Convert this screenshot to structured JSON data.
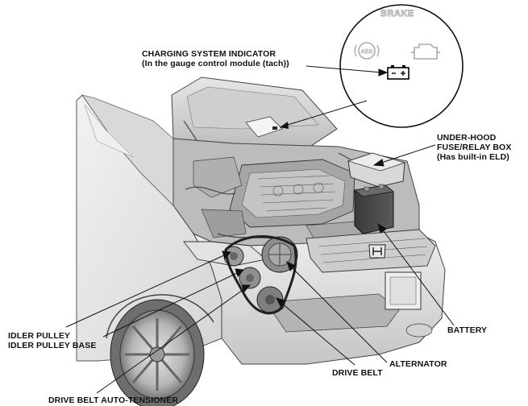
{
  "labels": {
    "charging_title": "CHARGING SYSTEM INDICATOR",
    "charging_sub": "(In the gauge control module (tach))",
    "fuse_line1": "UNDER-HOOD",
    "fuse_line2": "FUSE/RELAY BOX",
    "fuse_line3": "(Has built-in ELD)",
    "battery": "BATTERY",
    "alternator": "ALTERNATOR",
    "drive_belt": "DRIVE BELT",
    "idler_pulley": "IDLER PULLEY",
    "idler_pulley_base": "IDLER PULLEY BASE",
    "tensioner": "DRIVE BELT AUTO-TENSIONER"
  },
  "gauge": {
    "brake_text": "BRAKE",
    "abs_text": "ABS",
    "battery_symbol": "- +"
  }
}
